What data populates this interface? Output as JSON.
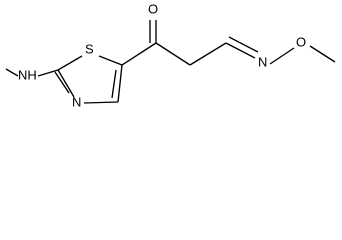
{
  "molecule": {
    "atoms": {
      "s1": "S",
      "n_ring": "N",
      "nh": "NH",
      "o_ketone": "O",
      "n_oxime": "N",
      "o_oxime": "O"
    }
  }
}
